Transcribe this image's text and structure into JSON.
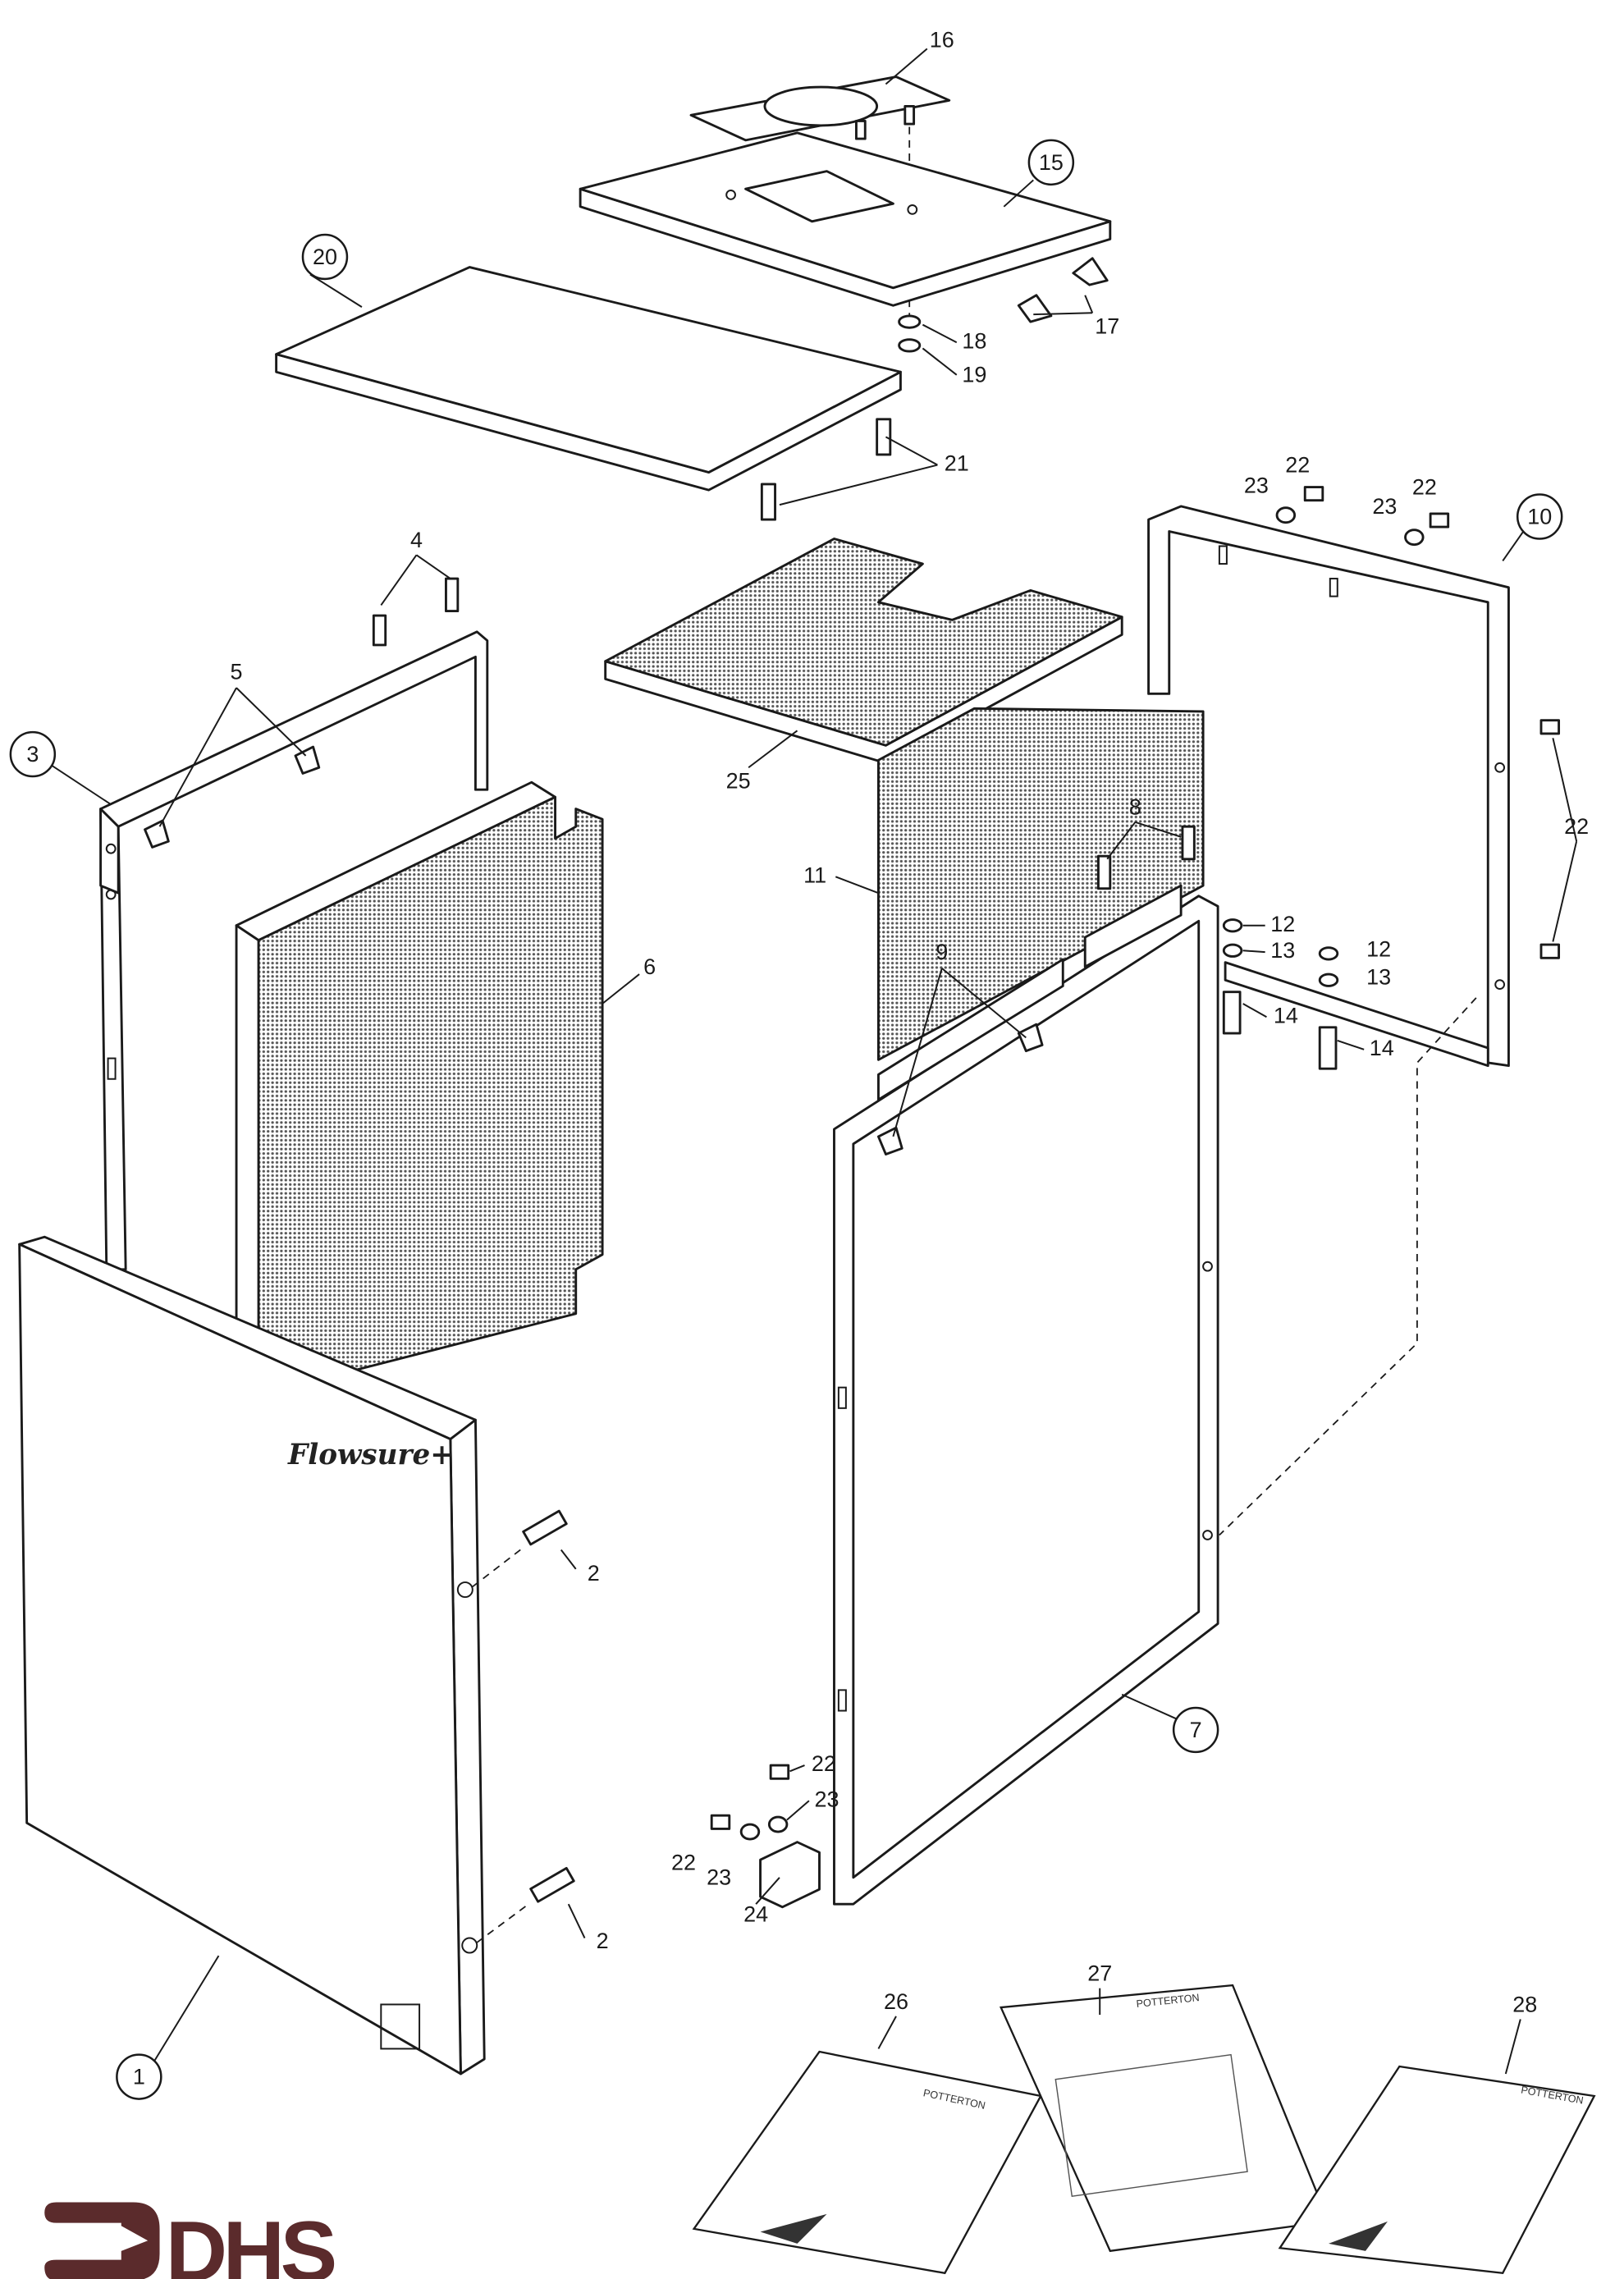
{
  "title": "Flowsure+ cabinet exploded parts diagram",
  "brand_label": "Flowsure+",
  "logo_text": "DHS",
  "colors": {
    "logo": "#5b2b2c",
    "line": "#1a1a1a"
  },
  "callouts": {
    "c16": "16",
    "c15": "15",
    "c20": "20",
    "c17": "17",
    "c18": "18",
    "c19": "19",
    "c21": "21",
    "c22a": "22",
    "c23a": "23",
    "c22b": "22",
    "c23b": "23",
    "c10": "10",
    "c4": "4",
    "c5": "5",
    "c3": "3",
    "c25": "25",
    "c8": "8",
    "c22c": "22",
    "c11": "11",
    "c6": "6",
    "c9": "9",
    "c12a": "12",
    "c13a": "13",
    "c12b": "12",
    "c13b": "13",
    "c14a": "14",
    "c14b": "14",
    "c2a": "2",
    "c7": "7",
    "c22d": "22",
    "c23c": "23",
    "c22e": "22",
    "c23d": "23",
    "c24": "24",
    "c2b": "2",
    "c27": "27",
    "c26": "26",
    "c28": "28",
    "c1": "1"
  }
}
